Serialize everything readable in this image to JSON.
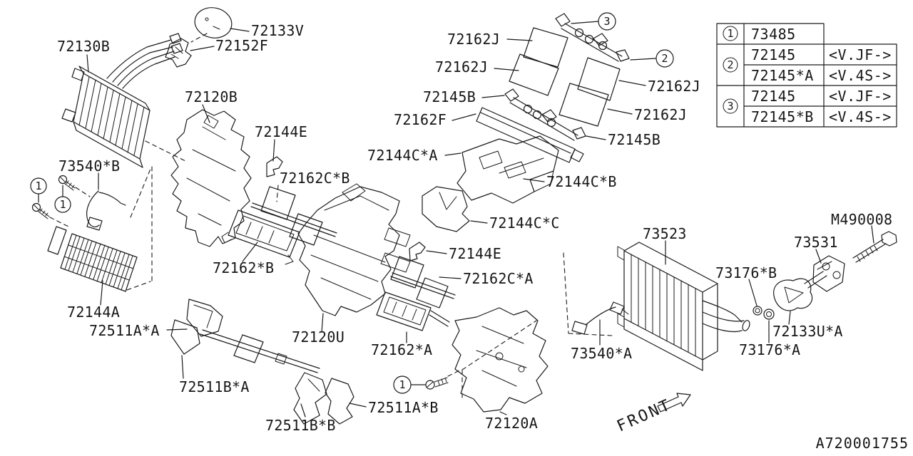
{
  "drawing": {
    "id": "A720001755",
    "front_label": "FRONT"
  },
  "labels": {
    "core": "72130B",
    "disc": "72133V",
    "pipe_bracket": "72152F",
    "housing_upper": "72120B",
    "clip_upper": "72144E",
    "damper_cb": "72162C*B",
    "sensor_b": "73540*B",
    "lever_b": "72162*B",
    "filter": "72144A",
    "vent_aa": "72511A*A",
    "vent_ba": "72511B*A",
    "vent_bb": "72511B*B",
    "vent_ab": "72511A*B",
    "housing_center": "72120U",
    "lever_a": "72162*A",
    "housing_lower": "72120A",
    "pad_j1": "72162J",
    "pad_j2": "72162J",
    "pad_j3": "72162J",
    "pad_j4": "72162J",
    "shaft_left": "72145B",
    "shaft_right": "72145B",
    "tray": "72162F",
    "duct_ca": "72144C*A",
    "duct_cb": "72144C*B",
    "duct_cc": "72144C*C",
    "clip_center": "72144E",
    "damper_ca": "72162C*A",
    "evaporator": "73523",
    "bolt": "M490008",
    "valve": "73531",
    "oring_b": "73176*B",
    "gasket": "72133U*A",
    "oring_a": "73176*A",
    "sensor_a": "73540*A"
  },
  "markers": {
    "one": "1",
    "two": "2",
    "three": "3"
  },
  "legend": {
    "rows": [
      {
        "ref": "1",
        "part": "73485",
        "variant": ""
      },
      {
        "ref": "2",
        "part": "72145",
        "variant": "<V.JF->"
      },
      {
        "ref": "2",
        "part": "72145*A",
        "variant": "<V.4S->"
      },
      {
        "ref": "3",
        "part": "72145",
        "variant": "<V.JF->"
      },
      {
        "ref": "3",
        "part": "72145*B",
        "variant": "<V.4S->"
      }
    ]
  }
}
